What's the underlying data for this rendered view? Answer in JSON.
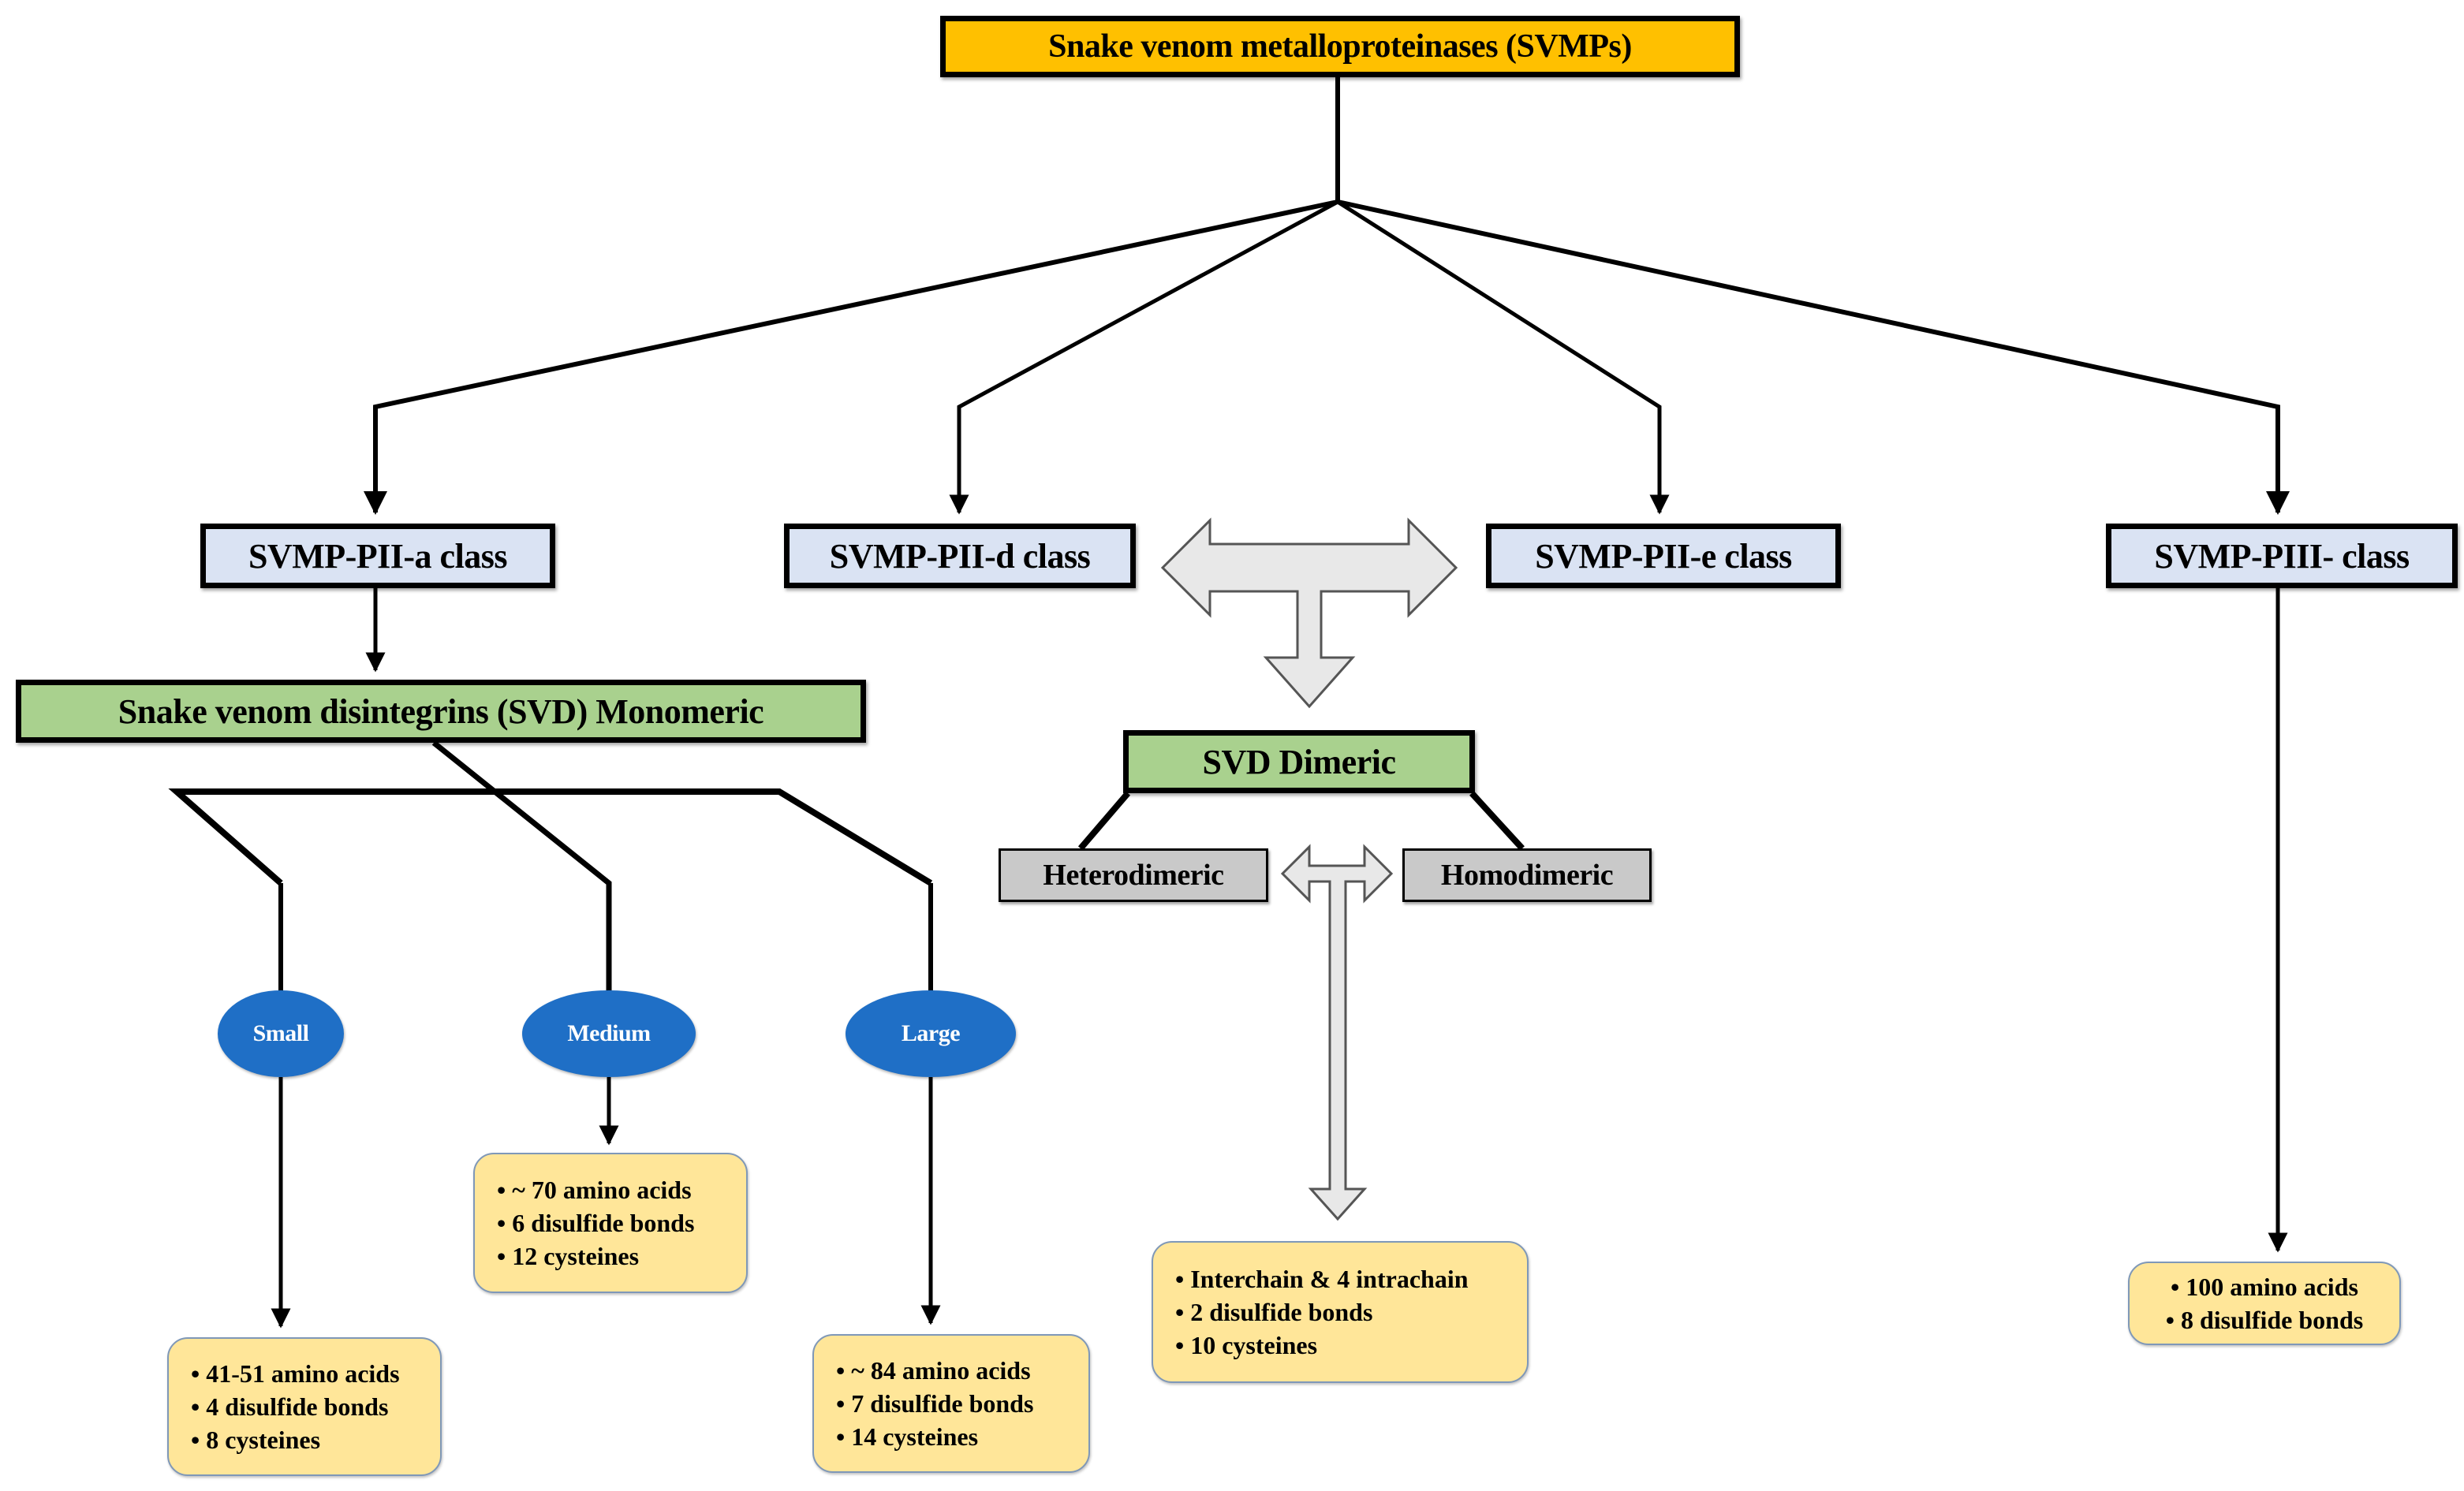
{
  "root": {
    "label": "Snake venom metalloproteinases (SVMPs)"
  },
  "classes": [
    {
      "id": "pii-a",
      "label": "SVMP-PII-a class"
    },
    {
      "id": "pii-d",
      "label": "SVMP-PII-d class"
    },
    {
      "id": "pii-e",
      "label": "SVMP-PII-e class"
    },
    {
      "id": "piii",
      "label": "SVMP-PIII- class"
    }
  ],
  "monomeric": {
    "label": "Snake venom disintegrins (SVD) Monomeric",
    "sizes": [
      {
        "label": "Small",
        "details": [
          "41-51 amino acids",
          "4 disulfide bonds",
          "8 cysteines"
        ]
      },
      {
        "label": "Medium",
        "details": [
          "~ 70 amino acids",
          "6 disulfide bonds",
          "12 cysteines"
        ]
      },
      {
        "label": "Large",
        "details": [
          "~ 84 amino acids",
          "7 disulfide bonds",
          "14 cysteines"
        ]
      }
    ]
  },
  "dimeric": {
    "label": "SVD Dimeric",
    "types": [
      {
        "label": "Heterodimeric"
      },
      {
        "label": "Homodimeric"
      }
    ],
    "details": [
      "Interchain & 4 intrachain",
      "2 disulfide bonds",
      "10 cysteines"
    ]
  },
  "piii": {
    "details": [
      "100 amino acids",
      "8 disulfide bonds"
    ]
  },
  "colors": {
    "root_fill": "#ffc000",
    "class_fill": "#dae3f3",
    "svd_fill": "#a9d18e",
    "dimer_type_fill": "#c9c9c9",
    "size_ellipse_fill": "#1f6fc6",
    "info_fill": "#ffe699",
    "hollow_arrow_fill": "#e8e8e8"
  }
}
